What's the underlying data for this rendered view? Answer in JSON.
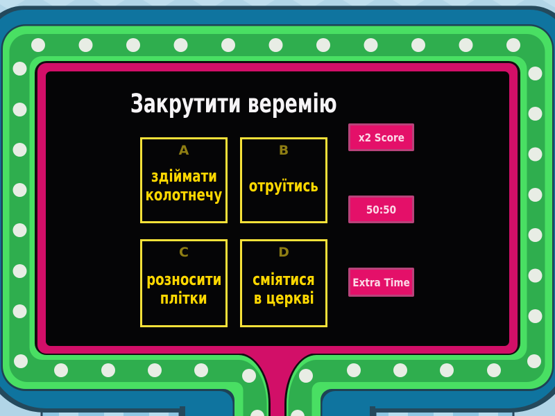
{
  "game": {
    "question": "Закрутити веремію",
    "answers": [
      {
        "letter": "A",
        "text": "здіймати колотнечу",
        "line1": "здіймати",
        "line2": "колотнечу"
      },
      {
        "letter": "B",
        "text": "отруїтись",
        "line1": "отруїтись",
        "line2": ""
      },
      {
        "letter": "C",
        "text": "розносити плітки",
        "line1": "розносити",
        "line2": "плітки"
      },
      {
        "letter": "D",
        "text": "сміятися в церкві",
        "line1": "сміятися",
        "line2": "в церкві"
      }
    ],
    "powerups": [
      {
        "label": "x2 Score"
      },
      {
        "label": "50:50"
      },
      {
        "label": "Extra Time"
      }
    ],
    "colors": {
      "background": "#b1d5e7",
      "background_triangle": "#c0dfee",
      "pillar_fill": "#8fc7e3",
      "pillar_stripe": "#b7ddef",
      "body_outline": "#24495c",
      "body_blue": "#0f749f",
      "frame_light_green": "#49df63",
      "frame_dark_green": "#2fae4e",
      "frame_outline": "#1e4254",
      "bulb_dot": "#e8ede5",
      "screen_border_pink": "#d20f68",
      "screen_border_outline": "#140d11",
      "screen_black": "#050506",
      "answer_border_yellow": "#f6e139",
      "answer_letter_olive": "#8e7d13",
      "answer_text_yellow": "#ffd800",
      "title_white": "#f6f4f6",
      "powerup_fill": "#e41069",
      "powerup_border": "#b8437a",
      "powerup_text": "#fcd9e7"
    }
  }
}
